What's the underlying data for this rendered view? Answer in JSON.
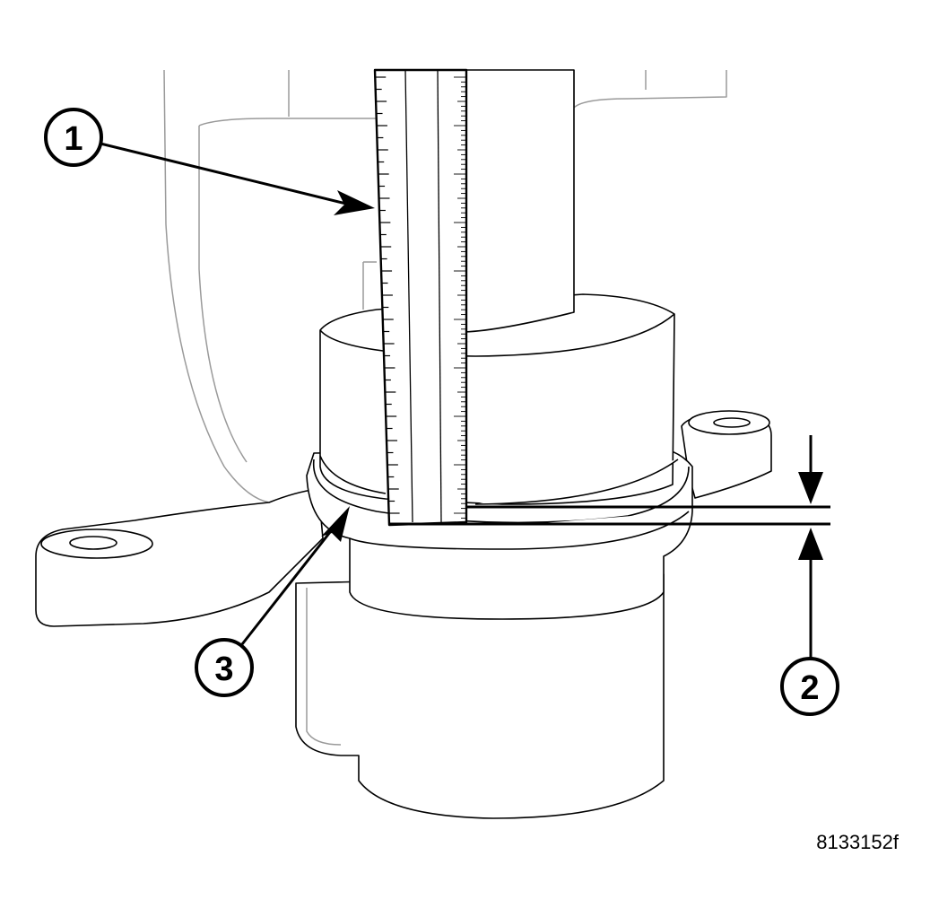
{
  "callouts": [
    {
      "id": "1",
      "label": "1"
    },
    {
      "id": "2",
      "label": "2"
    },
    {
      "id": "3",
      "label": "3"
    }
  ],
  "figure_id": "8133152f",
  "colors": {
    "line": "#000000",
    "faint_line": "#9a9a9a",
    "background": "#ffffff"
  }
}
